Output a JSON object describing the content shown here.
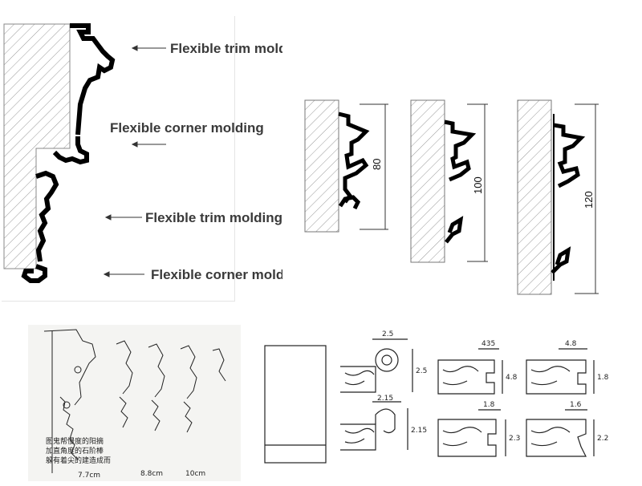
{
  "labels": {
    "trim_1": "Flexible trim molding",
    "corner_1": "Flexible corner molding",
    "trim_2": "Flexible trim molding",
    "corner_2": "Flexible corner molding"
  },
  "profiles": {
    "dim_80": "80",
    "dim_100": "100",
    "dim_120": "120"
  },
  "sketch_left": {
    "note_line_1": "图鬼帮慢度的阳摘",
    "note_line_2": "加直角度的石阶棒",
    "note_line_3": "躲有着尖的建造成而",
    "size_1": "7.7cm",
    "size_2": "8.8cm",
    "size_3": "10cm"
  },
  "sketch_right": {
    "d1": "2.5",
    "d2": "2.5",
    "d3": "2.15",
    "d4": "2.15",
    "d5": "435",
    "d6": "4.8",
    "d7": "4.8",
    "d8": "1.8",
    "d9": "1.8",
    "d10": "2.3",
    "d11": "1.6",
    "d12": "2.2"
  },
  "colors": {
    "profile": "#000000",
    "hatch": "#9a9a9a",
    "label": "#3a3a3a"
  }
}
